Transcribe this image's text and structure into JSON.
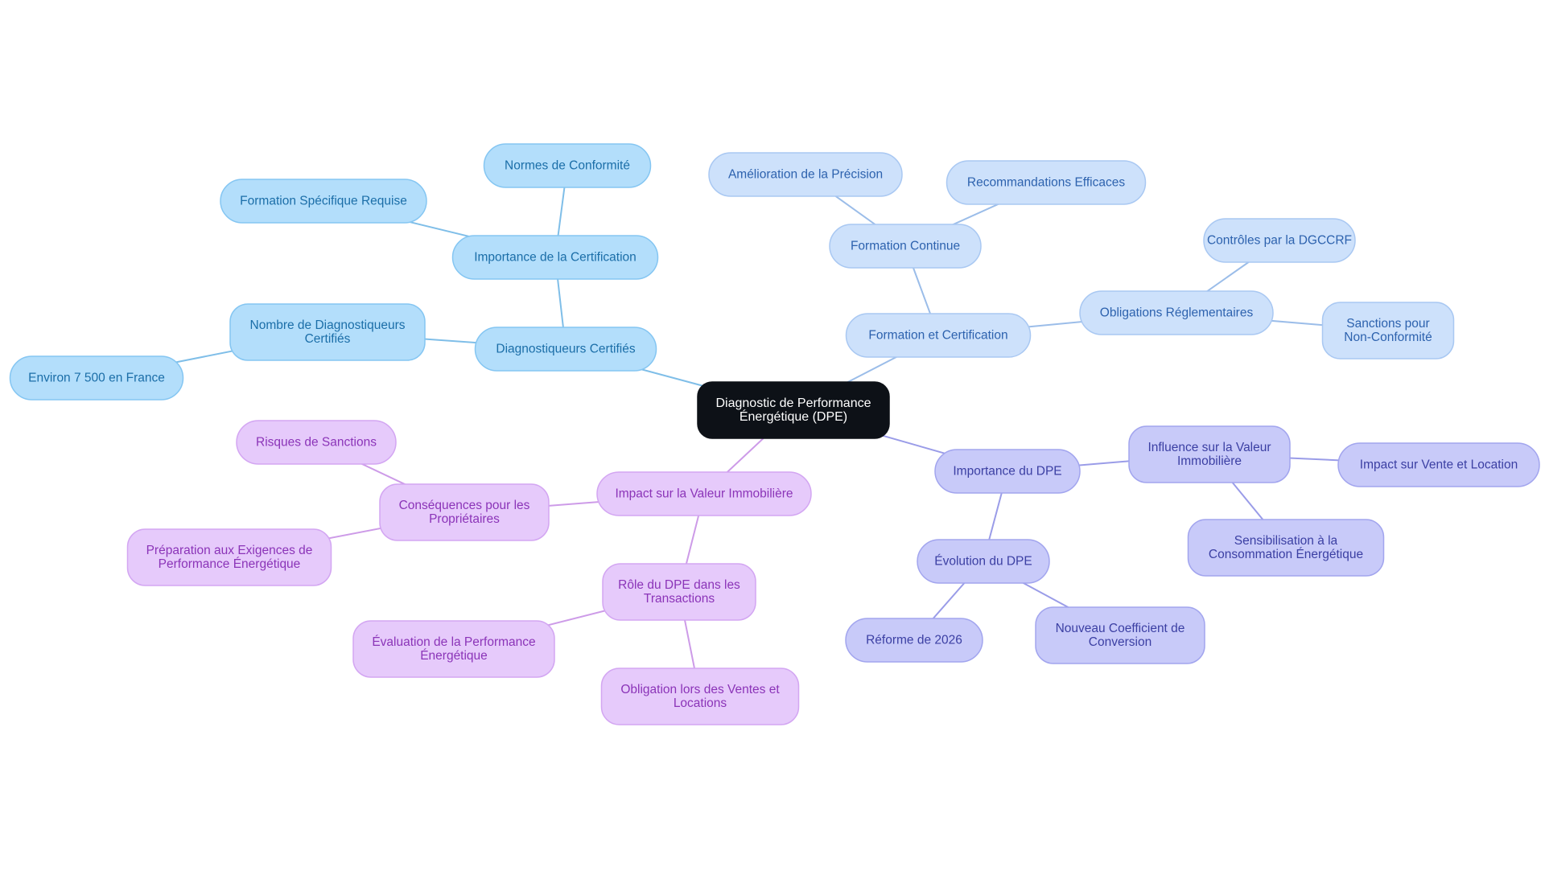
{
  "mindmap": {
    "root": {
      "id": "root",
      "lines": [
        "Diagnostic de Performance",
        "Énergétique (DPE)"
      ]
    },
    "colors": {
      "root": {
        "fill": "#0d1117",
        "stroke": "#0d1117",
        "text": "#ffffff"
      },
      "sky": {
        "fill": "#b3defb",
        "stroke": "#85c6f2",
        "text": "#1b6ea8",
        "edge": "#7fbee8"
      },
      "lightblue": {
        "fill": "#cde1fb",
        "stroke": "#a9c8f2",
        "text": "#2d62ae",
        "edge": "#9bbde9"
      },
      "periwinkle": {
        "fill": "#c8caf9",
        "stroke": "#a2a5ee",
        "text": "#3b3fa3",
        "edge": "#9a9ce8"
      },
      "lilac": {
        "fill": "#e6cafb",
        "stroke": "#d3a6f2",
        "text": "#8b34b8",
        "edge": "#cd9be8"
      }
    },
    "nodes": [
      {
        "id": "diag",
        "group": "sky",
        "parent": "root",
        "lines": [
          "Diagnostiqueurs Certifiés"
        ]
      },
      {
        "id": "imp_cert",
        "group": "sky",
        "parent": "diag",
        "lines": [
          "Importance de la Certification"
        ]
      },
      {
        "id": "normes",
        "group": "sky",
        "parent": "imp_cert",
        "lines": [
          "Normes de Conformité"
        ]
      },
      {
        "id": "form_spec",
        "group": "sky",
        "parent": "imp_cert",
        "lines": [
          "Formation Spécifique Requise"
        ]
      },
      {
        "id": "nombre",
        "group": "sky",
        "parent": "diag",
        "lines": [
          "Nombre de Diagnostiqueurs",
          "Certifiés"
        ]
      },
      {
        "id": "environ",
        "group": "sky",
        "parent": "nombre",
        "lines": [
          "Environ 7 500 en France"
        ]
      },
      {
        "id": "form_cert",
        "group": "lightblue",
        "parent": "root",
        "lines": [
          "Formation et Certification"
        ]
      },
      {
        "id": "form_cont",
        "group": "lightblue",
        "parent": "form_cert",
        "lines": [
          "Formation Continue"
        ]
      },
      {
        "id": "amelio",
        "group": "lightblue",
        "parent": "form_cont",
        "lines": [
          "Amélioration de la Précision"
        ]
      },
      {
        "id": "recom",
        "group": "lightblue",
        "parent": "form_cont",
        "lines": [
          "Recommandations Efficaces"
        ]
      },
      {
        "id": "oblig_reg",
        "group": "lightblue",
        "parent": "form_cert",
        "lines": [
          "Obligations Réglementaires"
        ]
      },
      {
        "id": "controles",
        "group": "lightblue",
        "parent": "oblig_reg",
        "lines": [
          "Contrôles par la DGCCRF"
        ]
      },
      {
        "id": "sanctions",
        "group": "lightblue",
        "parent": "oblig_reg",
        "lines": [
          "Sanctions pour",
          "Non-Conformité"
        ]
      },
      {
        "id": "imp_dpe",
        "group": "periwinkle",
        "parent": "root",
        "lines": [
          "Importance du DPE"
        ]
      },
      {
        "id": "influence",
        "group": "periwinkle",
        "parent": "imp_dpe",
        "lines": [
          "Influence sur la Valeur",
          "Immobilière"
        ]
      },
      {
        "id": "impact_vl",
        "group": "periwinkle",
        "parent": "influence",
        "lines": [
          "Impact sur Vente et Location"
        ]
      },
      {
        "id": "sensib",
        "group": "periwinkle",
        "parent": "influence",
        "lines": [
          "Sensibilisation à la",
          "Consommation Énergétique"
        ]
      },
      {
        "id": "evol",
        "group": "periwinkle",
        "parent": "imp_dpe",
        "lines": [
          "Évolution du DPE"
        ]
      },
      {
        "id": "reforme",
        "group": "periwinkle",
        "parent": "evol",
        "lines": [
          "Réforme de 2026"
        ]
      },
      {
        "id": "coef",
        "group": "periwinkle",
        "parent": "evol",
        "lines": [
          "Nouveau Coefficient de",
          "Conversion"
        ]
      },
      {
        "id": "impact_val",
        "group": "lilac",
        "parent": "root",
        "lines": [
          "Impact sur la Valeur Immobilière"
        ]
      },
      {
        "id": "consequ",
        "group": "lilac",
        "parent": "impact_val",
        "lines": [
          "Conséquences pour les",
          "Propriétaires"
        ]
      },
      {
        "id": "risques",
        "group": "lilac",
        "parent": "consequ",
        "lines": [
          "Risques de Sanctions"
        ]
      },
      {
        "id": "prepa",
        "group": "lilac",
        "parent": "consequ",
        "lines": [
          "Préparation aux Exigences de",
          "Performance Énergétique"
        ]
      },
      {
        "id": "role",
        "group": "lilac",
        "parent": "impact_val",
        "lines": [
          "Rôle du DPE dans les",
          "Transactions"
        ]
      },
      {
        "id": "eval",
        "group": "lilac",
        "parent": "role",
        "lines": [
          "Évaluation de la Performance",
          "Énergétique"
        ]
      },
      {
        "id": "oblig_vl",
        "group": "lilac",
        "parent": "role",
        "lines": [
          "Obligation lors des Ventes et",
          "Locations"
        ]
      }
    ]
  }
}
